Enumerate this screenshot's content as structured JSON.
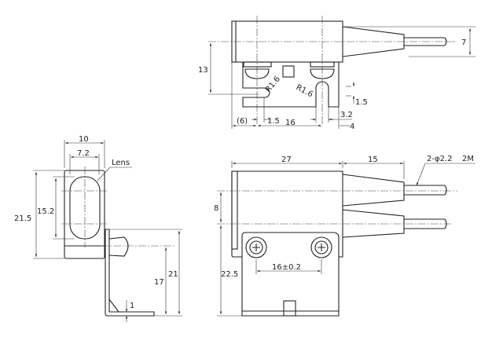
{
  "top_view": {
    "dim_height": "13",
    "dim_cable": "7",
    "r1": "R1.6",
    "r2": "R1.6",
    "dim_slot": "1.5",
    "dim_left": "(6)",
    "dim_gap": "1.5",
    "dim_pitch": "16",
    "dim_slot_w": "3.2",
    "dim_edge": "4"
  },
  "side_view": {
    "dim_width": "10",
    "dim_lens_w": "7.2",
    "lens_label": "Lens",
    "dim_height": "21.5",
    "dim_lens_h": "15.2",
    "dim_total": "21",
    "dim_axis": "17",
    "dim_thick": "1"
  },
  "front_view": {
    "dim_body": "27",
    "dim_taper": "15",
    "cable_spec": "2-φ2.2",
    "cable_len": "2M",
    "dim_axis_gap": "8",
    "dim_axis_h": "22.5",
    "dim_screw_pitch": "16±0.2"
  }
}
